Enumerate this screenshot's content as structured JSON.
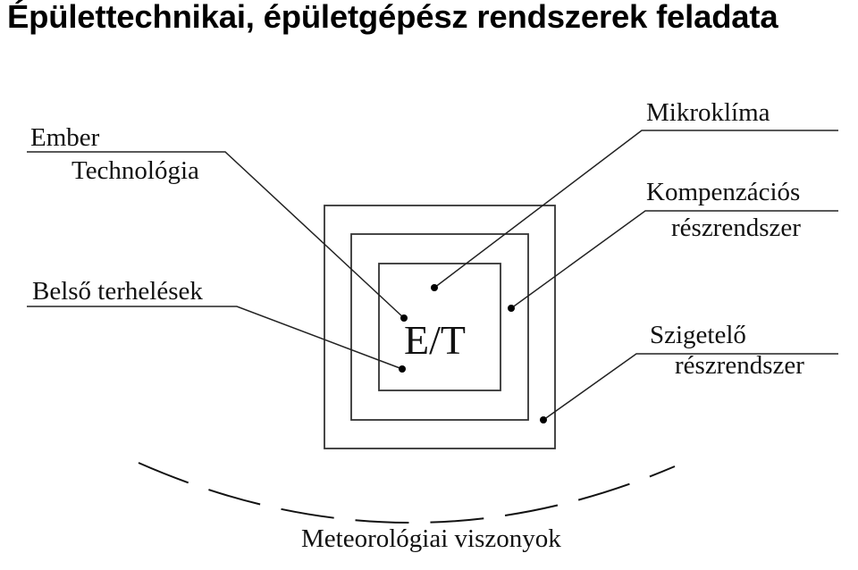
{
  "title": "Épülettechnikai, épületgépész rendszerek feladata",
  "center_label": "E/T",
  "labels": {
    "ember": "Ember",
    "technologia": "Technológia",
    "belso": "Belső terhelések",
    "mikroklima": "Mikroklíma",
    "kompenzacios_1": "Kompenzációs",
    "kompenzacios_2": "részrendszer",
    "szigetelo_1": "Szigetelő",
    "szigetelo_2": "részrendszer",
    "meteorologiai": "Meteorológiai viszonyok"
  }
}
